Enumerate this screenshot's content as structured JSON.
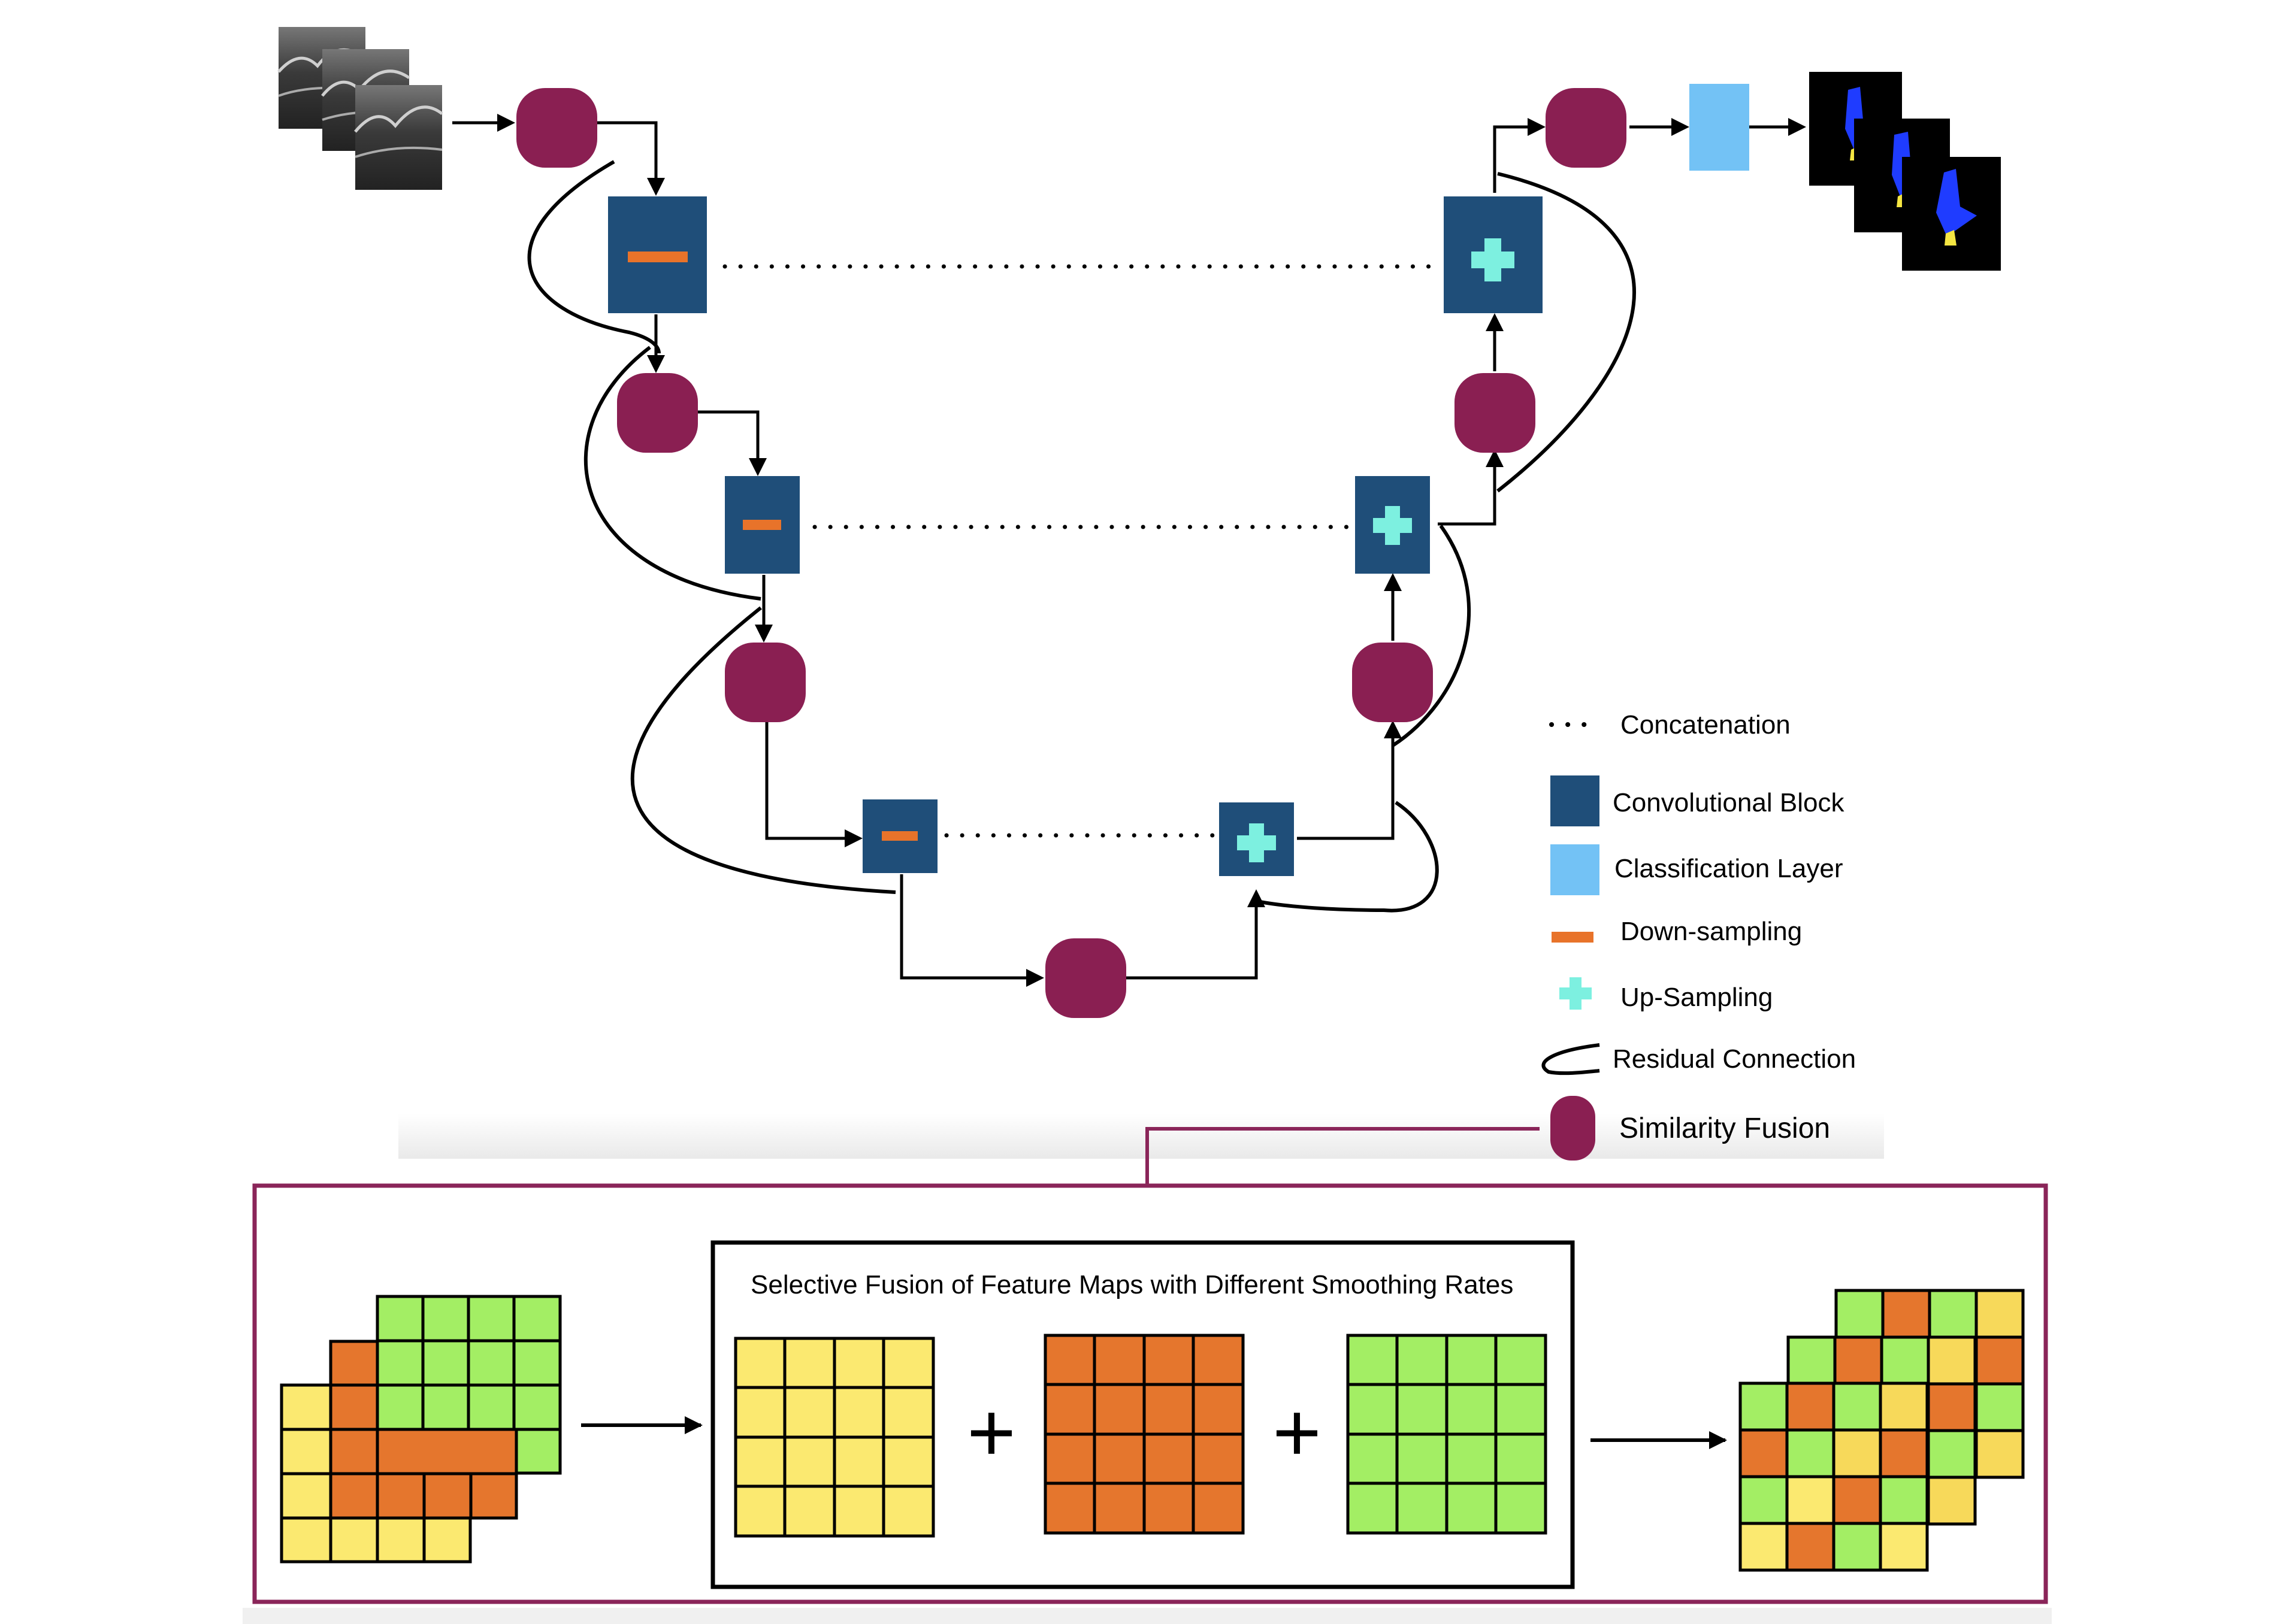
{
  "colors": {
    "conv_block": "#1f4e79",
    "classification_layer": "#73c2f5",
    "down_sampling": "#e8732a",
    "up_sampling": "#7df0e0",
    "similarity_fusion": "#8a1f52",
    "fusion_frame": "#8a2559",
    "cell_yellow": "#fbe970",
    "cell_orange": "#e5762d",
    "cell_green": "#a3ee64",
    "cell_gold": "#f7d95a",
    "seg_background": "#000000",
    "seg_blue": "#1f3cff",
    "seg_yellow": "#f5e642"
  },
  "legend": {
    "concatenation": "Concatenation",
    "convolutional_block": "Convolutional Block",
    "classification_layer": "Classification Layer",
    "down_sampling": "Down-sampling",
    "up_sampling": "Up-Sampling",
    "residual_connection": "Residual Connection",
    "similarity_fusion": "Similarity Fusion"
  },
  "fusion_panel": {
    "title": "Selective Fusion of Feature Maps with Different Smoothing Rates",
    "plus_sign": "+"
  },
  "icons": {
    "minus": "minus-icon",
    "plus": "plus-icon"
  }
}
